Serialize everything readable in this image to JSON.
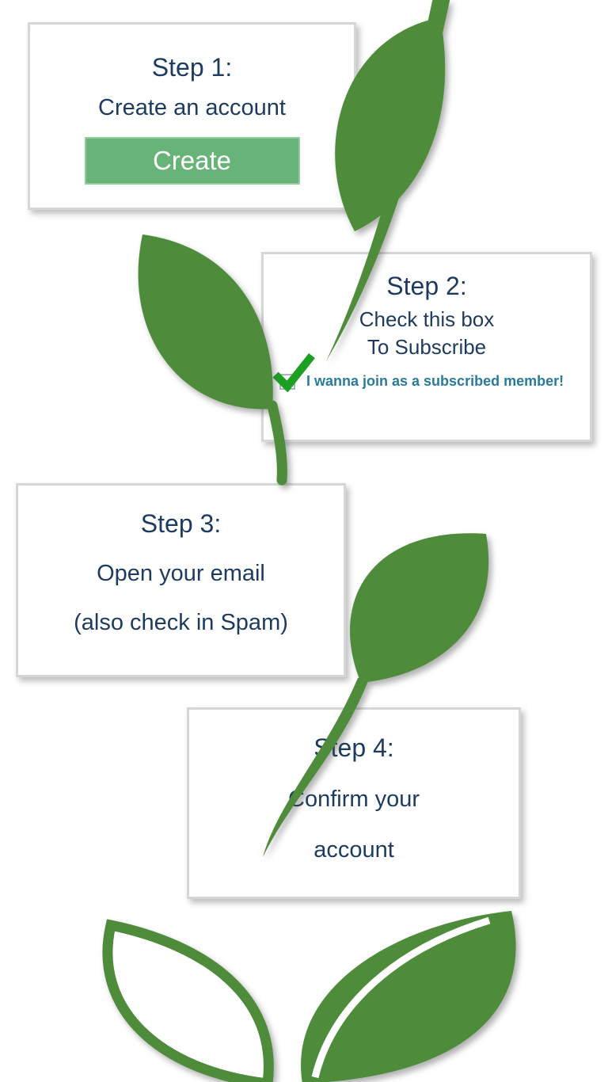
{
  "steps": [
    {
      "title": "Step 1:",
      "line1": "Create an account",
      "button_label": "Create"
    },
    {
      "title": "Step 2:",
      "line1": "Check this box",
      "line2": "To Subscribe",
      "checkbox_label": "I wanna join as a subscribed member!",
      "checkbox_checked": true
    },
    {
      "title": "Step 3:",
      "line1": "Open your email",
      "line2": "(also check in Spam)"
    },
    {
      "title": "Step 4:",
      "line1": "Confirm your",
      "line2": "account"
    }
  ],
  "colors": {
    "leaf_green": "#4e8c3c",
    "button_green": "#68b377",
    "heading_navy": "#1d3a5f",
    "checkbox_label_teal": "#2a7b9b",
    "checkmark_green": "#1ca023",
    "card_border": "#d6d6d6"
  }
}
